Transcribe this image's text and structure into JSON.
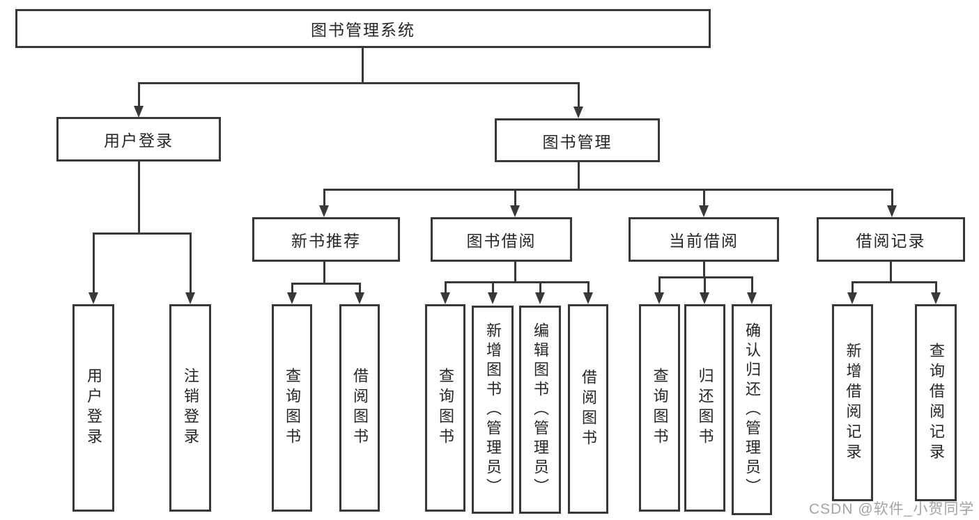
{
  "title": "图书管理系统",
  "colors": {
    "line": "#383838",
    "box_border": "#383838",
    "text": "#262626",
    "background": "#ffffff",
    "watermark": "#949494"
  },
  "watermark": {
    "text": "CSDN @软件_小贺同学"
  },
  "tree": {
    "root": {
      "label": "图书管理系统"
    },
    "branches": [
      {
        "label": "用户登录",
        "children": [
          {
            "label": "用户登录"
          },
          {
            "label": "注销登录"
          }
        ]
      },
      {
        "label": "图书管理",
        "children": [
          {
            "label": "新书推荐",
            "children": [
              {
                "label": "查询图书"
              },
              {
                "label": "借阅图书"
              }
            ]
          },
          {
            "label": "图书借阅",
            "children": [
              {
                "label": "查询图书"
              },
              {
                "label": "新增图书（管理员）"
              },
              {
                "label": "编辑图书（管理员）"
              },
              {
                "label": "借阅图书"
              }
            ]
          },
          {
            "label": "当前借阅",
            "children": [
              {
                "label": "查询图书"
              },
              {
                "label": "归还图书"
              },
              {
                "label": "确认归还（管理员）"
              }
            ]
          },
          {
            "label": "借阅记录",
            "children": [
              {
                "label": "新增借阅记录"
              },
              {
                "label": "查询借阅记录"
              }
            ]
          }
        ]
      }
    ]
  }
}
